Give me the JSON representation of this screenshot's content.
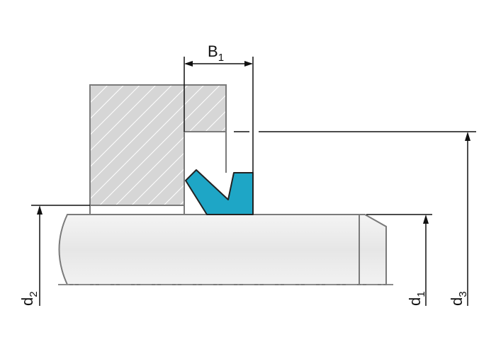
{
  "dimensions": {
    "b1": {
      "main": "B",
      "sub": "1"
    },
    "d1": {
      "main": "d",
      "sub": "1"
    },
    "d2": {
      "main": "d",
      "sub": "2"
    },
    "d3": {
      "main": "d",
      "sub": "3"
    }
  },
  "colors": {
    "seal": "#1ea6c6",
    "housing_fill": "#d6d6d6",
    "shaft_fill": "#ececec",
    "outline": "#7a7a7a",
    "dim_line": "#111111"
  }
}
